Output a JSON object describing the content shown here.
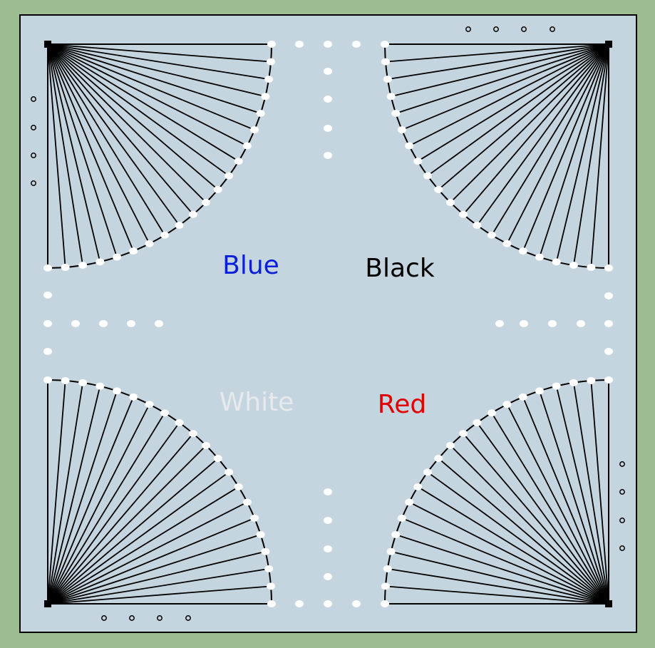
{
  "board": {
    "background_color": "#9bbd8f",
    "surface_color": "#c5d5df",
    "line_color": "#000000",
    "spot_color": "#ffffff",
    "spokes_per_corner": 20,
    "home_holes_per_side": 4
  },
  "players": [
    {
      "id": "blue",
      "label": "Blue",
      "color": "#0a1fd6"
    },
    {
      "id": "black",
      "label": "Black",
      "color": "#000000"
    },
    {
      "id": "white",
      "label": "White",
      "color": "#e6eaee"
    },
    {
      "id": "red",
      "label": "Red",
      "color": "#e00000"
    }
  ]
}
